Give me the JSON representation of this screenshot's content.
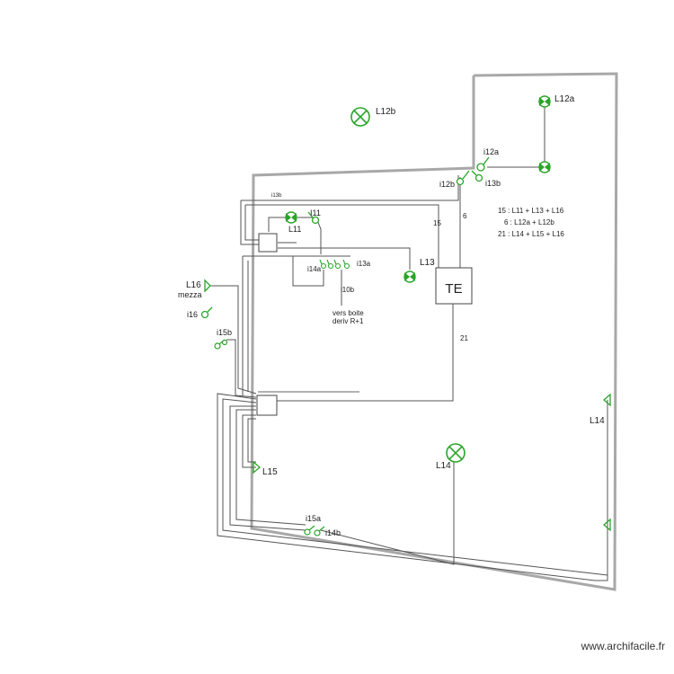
{
  "colors": {
    "wall": "#a8a8a8",
    "wire": "#555555",
    "symbol": "#2aa52a"
  },
  "labels": {
    "L12b": "L12b",
    "L12a": "L12a",
    "i12a": "i12a",
    "i12b": "i12b",
    "i13b": "i13b",
    "i13b_small": "i13b",
    "L11": "L11",
    "I11": "I11",
    "L13": "L13",
    "i14a": "i14a",
    "i13a": "i13a",
    "i10b": "i10b",
    "vers1": "vers boite",
    "vers2": "deriv R+1",
    "TE": "TE",
    "w15": "15",
    "w6": "6",
    "w21": "21",
    "L16": "L16",
    "mezza": "mezza",
    "i16": "i16",
    "i15b": "i15b",
    "L15": "L15",
    "L14_center": "L14",
    "L14_right": "L14",
    "i15a": "i15a",
    "i14b": "i14b"
  },
  "legend": [
    "15  : L11 + L13 + L16",
    "6  : L12a + L12b",
    "21 : L14 + L15 + L16"
  ],
  "watermark": "www.archifacile.fr"
}
